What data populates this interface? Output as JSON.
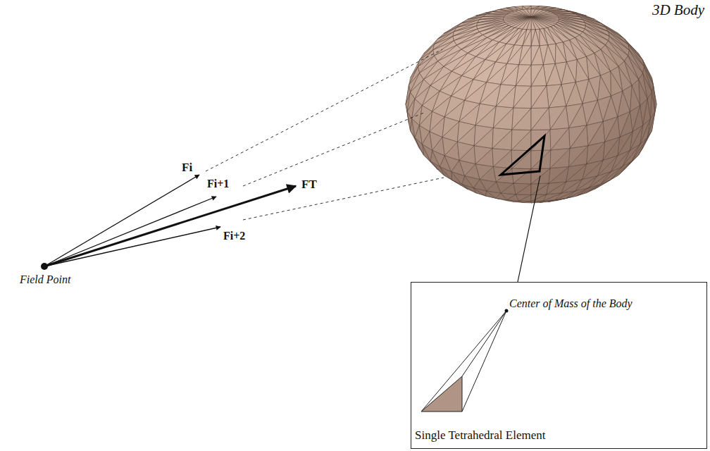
{
  "diagram": {
    "nodes": [
      {
        "text": [
          "Center of Mass of the Body",
          "Single Tetrahedral Element"
        ]
      }
    ],
    "labels": [
      "3D Body",
      "Fi",
      "Fi+1",
      "FT",
      "Fi+2",
      "Field Point"
    ]
  }
}
